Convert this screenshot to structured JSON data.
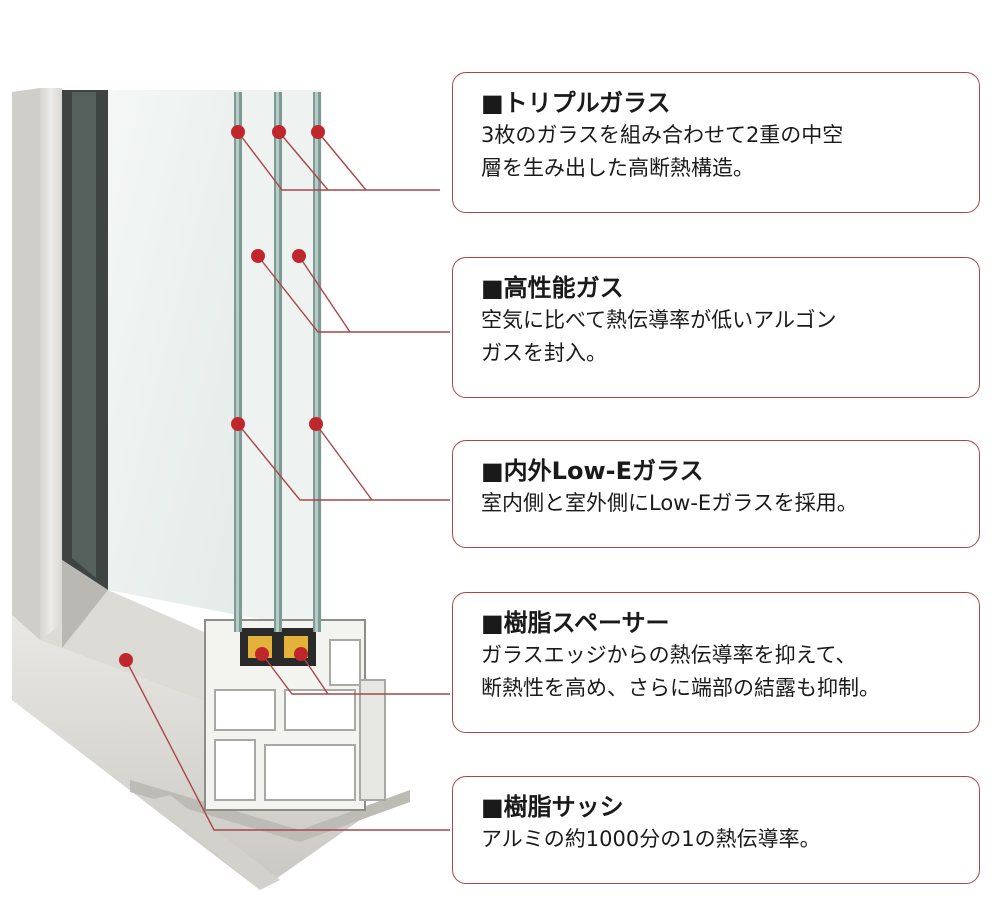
{
  "accent_color": "#c0272d",
  "callouts": [
    {
      "title": "■トリプルガラス",
      "lines": [
        "3枚のガラスを組み合わせて2重の中空",
        "層を生み出した高断熱構造。"
      ]
    },
    {
      "title": "■高性能ガス",
      "lines": [
        "空気に比べて熱伝導率が低いアルゴン",
        "ガスを封入。"
      ]
    },
    {
      "title": "■内外Low-Eガラス",
      "lines": [
        "室内側と室外側にLow-Eガラスを採用。"
      ]
    },
    {
      "title": "■樹脂スペーサー",
      "lines": [
        "ガラスエッジからの熱伝導率を抑えて、",
        "断熱性を高め、さらに端部の結露も抑制。"
      ]
    },
    {
      "title": "■樹脂サッシ",
      "lines": [
        "アルミの約1000分の1の熱伝導率。"
      ]
    }
  ]
}
